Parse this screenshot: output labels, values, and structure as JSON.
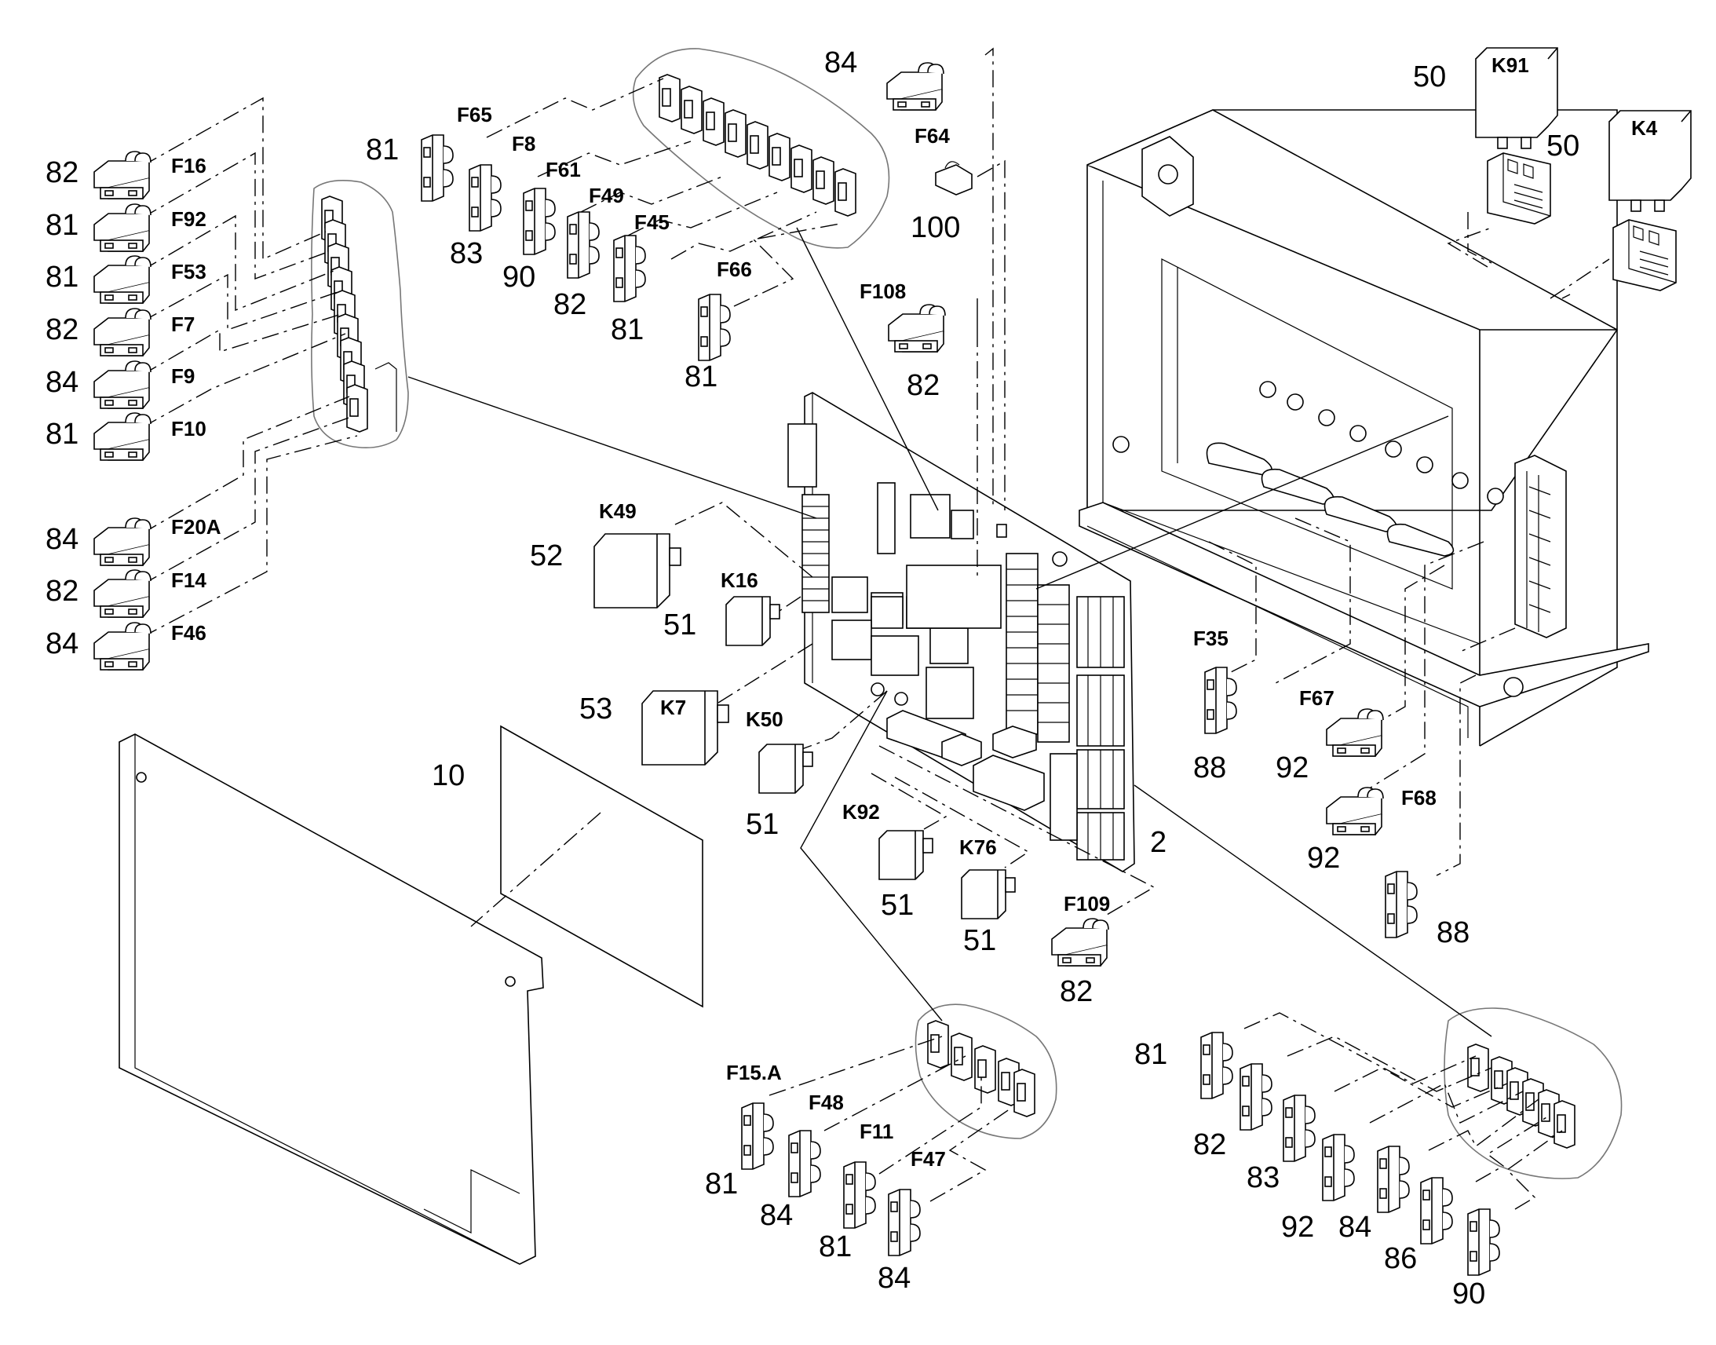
{
  "diagram": {
    "codes": {
      "f16": "F16",
      "f92": "F92",
      "f53": "F53",
      "f7": "F7",
      "f9": "F9",
      "f10": "F10",
      "f20a": "F20A",
      "f14": "F14",
      "f46": "F46",
      "f65": "F65",
      "f8": "F8",
      "f61": "F61",
      "f49": "F49",
      "f45": "F45",
      "f66": "F66",
      "f64": "F64",
      "f108": "F108",
      "f35": "F35",
      "f67": "F67",
      "f68": "F68",
      "f109": "F109",
      "f15a": "F15.A",
      "f48": "F48",
      "f11": "F11",
      "f47": "F47",
      "k91": "K91",
      "k4": "K4",
      "k49": "K49",
      "k16": "K16",
      "k7": "K7",
      "k50": "K50",
      "k92": "K92",
      "k76": "K76"
    },
    "numbers": {
      "n82_f16": "82",
      "n81_f92": "81",
      "n81_f53": "81",
      "n82_f7": "82",
      "n84_f9": "84",
      "n81_f10": "81",
      "n84_f20a": "84",
      "n82_f14": "82",
      "n84_f46": "84",
      "n81_f65": "81",
      "n83_f8": "83",
      "n90_f61": "90",
      "n82_f49": "82",
      "n81_f45": "81",
      "n81_f66": "81",
      "n84_top": "84",
      "n100": "100",
      "n82_f108": "82",
      "n50_k91": "50",
      "n50_k4": "50",
      "n52_k49": "52",
      "n51_k16": "51",
      "n53_k7": "53",
      "n51_k50": "51",
      "n51_k92": "51",
      "n51_k76": "51",
      "n10": "10",
      "n2": "2",
      "n88_f35": "88",
      "n92_f67": "92",
      "n92_f68": "92",
      "n88_lower": "88",
      "n82_f109": "82",
      "n81_f15a": "81",
      "n84_f48": "84",
      "n81_f11": "81",
      "n84_f47": "84",
      "n81_br1": "81",
      "n82_br2": "82",
      "n83_br3": "83",
      "n92_br4": "92",
      "n84_br5": "84",
      "n86_br6": "86",
      "n90_br7": "90"
    }
  }
}
